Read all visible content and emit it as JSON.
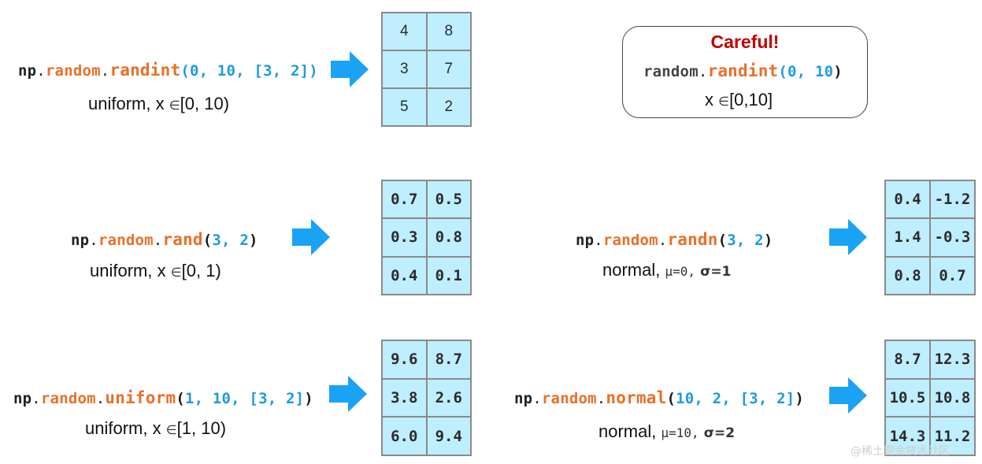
{
  "colors": {
    "module": "#e8702a",
    "args": "#1e9be0",
    "arrow": "#1aa3f5",
    "cell_fill": "#bfeefe",
    "warning": "#c00000"
  },
  "code_common": {
    "np": "np",
    "dot": ".",
    "random": "random",
    "open": "(",
    "close": ")"
  },
  "randint": {
    "func": "randint",
    "args": "0, 10, [3, 2]",
    "desc_word": "uniform,",
    "desc_x": "x",
    "desc_in": "∈",
    "desc_range": "[0, 10)",
    "cells": [
      "4",
      "8",
      "3",
      "7",
      "5",
      "2"
    ]
  },
  "careful": {
    "title": "Careful!",
    "module": "random",
    "dot": ".",
    "func": "randint",
    "open": "(",
    "args": "0, 10",
    "close": ")",
    "desc_x": "x",
    "desc_in": "∈",
    "desc_range": "[0,10]"
  },
  "rand": {
    "func": "rand",
    "args": "3, 2",
    "desc_word": "uniform,",
    "desc_x": "x",
    "desc_in": "∈",
    "desc_range": "[0, 1)",
    "cells": [
      "0.7",
      "0.5",
      "0.3",
      "0.8",
      "0.4",
      "0.1"
    ]
  },
  "randn": {
    "func": "randn",
    "args": "3, 2",
    "desc_word": "normal,",
    "desc_mu": "μ=0,",
    "desc_sigma": "σ=1",
    "cells": [
      "0.4",
      "-1.2",
      "1.4",
      "-0.3",
      "0.8",
      "0.7"
    ]
  },
  "uniform": {
    "func": "uniform",
    "args": "1, 10, [3, 2]",
    "desc_word": "uniform,",
    "desc_x": "x",
    "desc_in": "∈",
    "desc_range": "[1, 10)",
    "cells": [
      "9.6",
      "8.7",
      "3.8",
      "2.6",
      "6.0",
      "9.4"
    ]
  },
  "normal": {
    "func": "normal",
    "args": "10, 2, [3, 2]",
    "desc_word": "normal,",
    "desc_mu": "μ=10,",
    "desc_sigma": "σ=2",
    "cells": [
      "8.7",
      "12.3",
      "10.5",
      "10.8",
      "14.3",
      "11.2"
    ]
  },
  "watermark": "@稀土掘金技术社区"
}
